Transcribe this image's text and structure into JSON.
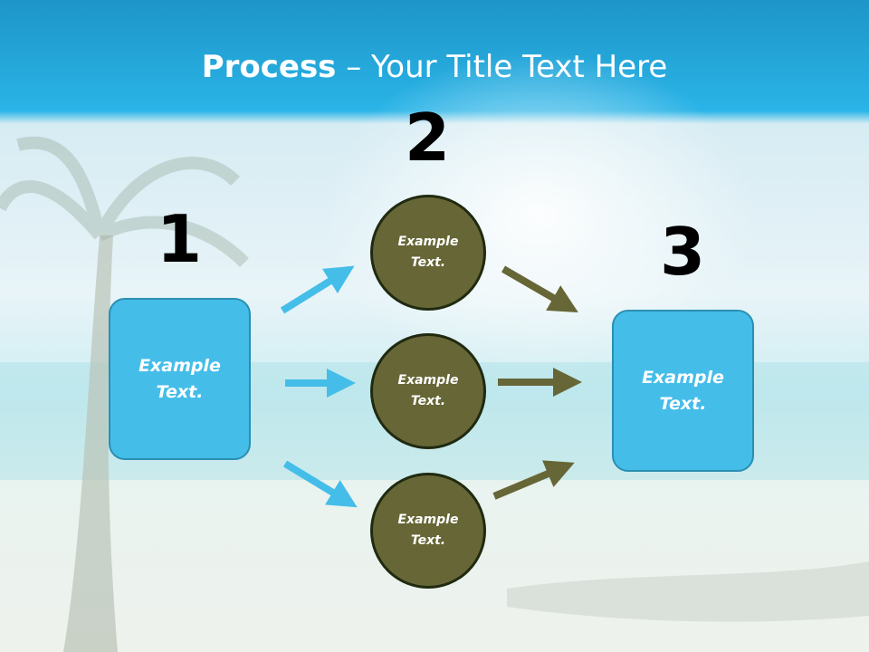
{
  "title": {
    "bold": "Process",
    "rest": " – Your Title Text Here"
  },
  "steps": {
    "one": {
      "number": "1",
      "text": "Example\nText."
    },
    "two": {
      "number": "2"
    },
    "three": {
      "number": "3",
      "text": "Example\nText."
    }
  },
  "circles": [
    {
      "text": "Example\nText."
    },
    {
      "text": "Example\nText."
    },
    {
      "text": "Example\nText."
    }
  ],
  "colors": {
    "title_bar": "#29b3e6",
    "box_fill": "#45bde9",
    "circle_fill": "#676637",
    "blue_arrow": "#45bde9",
    "olive_arrow": "#676637"
  }
}
